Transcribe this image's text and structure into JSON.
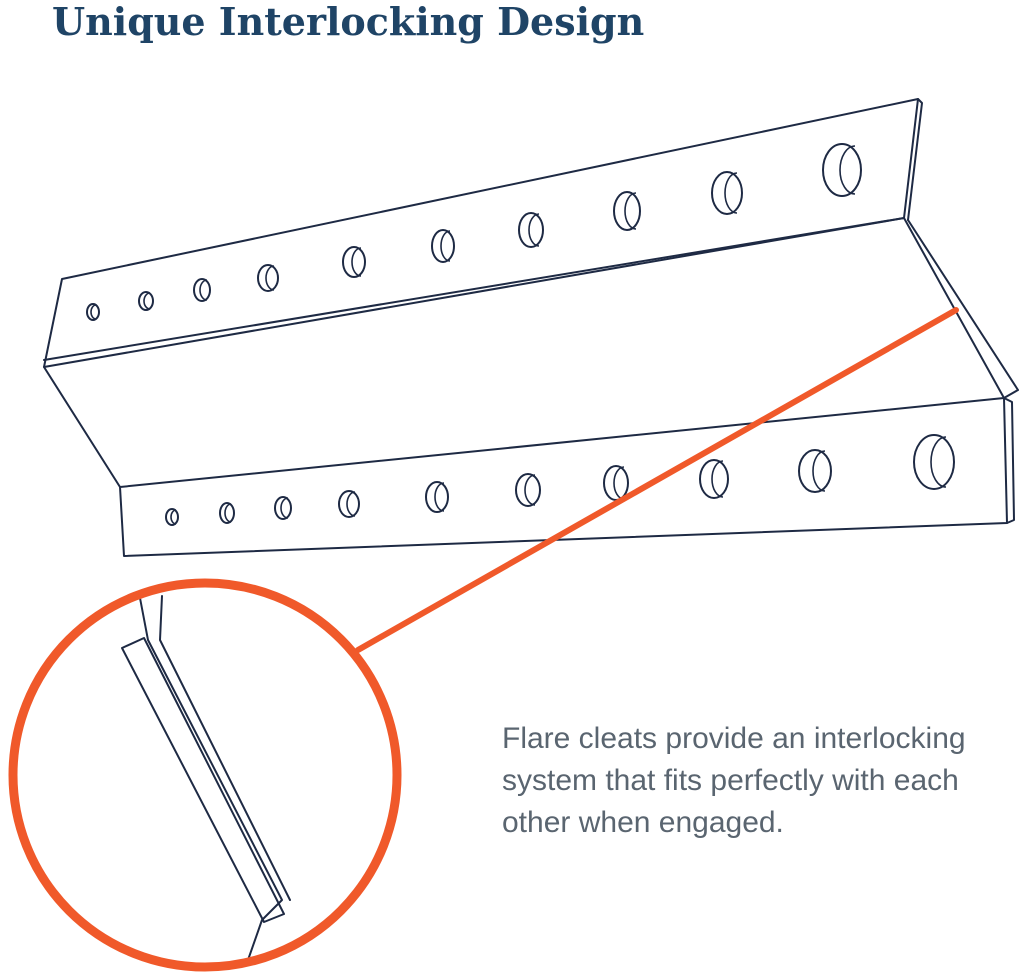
{
  "title": "Unique Interlocking Design",
  "caption": {
    "line1": "Flare cleats provide an interlocking",
    "line2": "system that fits perfectly with each",
    "line3": "other when engaged."
  },
  "colors": {
    "title": "#1f4466",
    "caption": "#5a6570",
    "outline": "#1e2a44",
    "accent": "#f0592a"
  }
}
